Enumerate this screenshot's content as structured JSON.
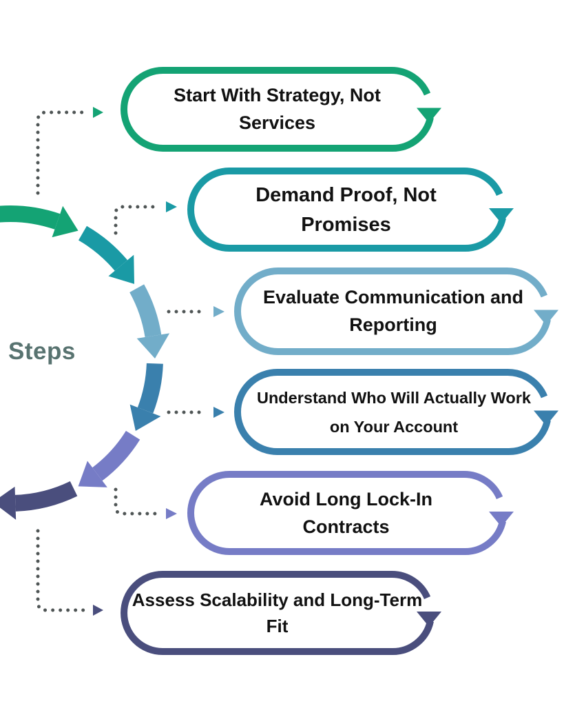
{
  "title": "Steps",
  "colors": [
    "#14a374",
    "#1a9aa5",
    "#72adc9",
    "#3a80ad",
    "#767cc6",
    "#4a4e7d"
  ],
  "connector_color": "#4f5555",
  "steps": [
    {
      "label": "Start With Strategy, Not Services"
    },
    {
      "label": "Demand Proof, Not Promises"
    },
    {
      "label": "Evaluate Communication and Reporting"
    },
    {
      "label": "Understand Who Will Actually Work on Your Account"
    },
    {
      "label": "Avoid Long Lock-In Contracts"
    },
    {
      "label": "Assess Scalability and Long-Term Fit"
    }
  ]
}
